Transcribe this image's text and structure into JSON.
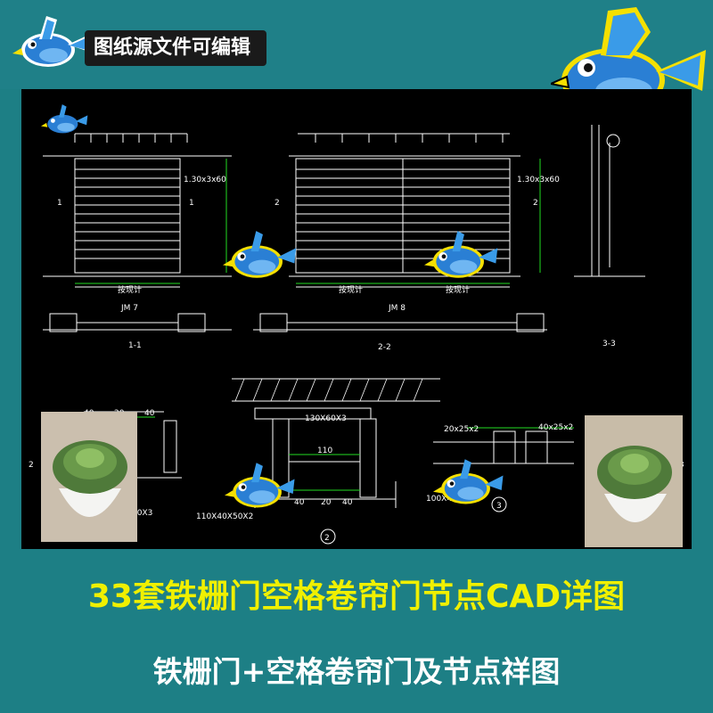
{
  "badge_text": "图纸源文件可编辑",
  "headline": "33套铁栅门空格卷帘门节点CAD详图",
  "subheadline": "铁栅门+空格卷帘门及节点祥图",
  "colors": {
    "frame": "#1d7f85",
    "canvas": "#000000",
    "headline": "#f0f000",
    "subheadline": "#ffffff",
    "cad_line": "#ffffff",
    "cad_green": "#22dd22",
    "bird_blue": "#2a7fd4",
    "bird_yellow": "#f5e000"
  },
  "icons": [
    "bird-mascot-icon",
    "succulent-plant-photo"
  ],
  "cad_labels": {
    "dim_1": "1.30x3x60",
    "dim_2": "1.30x3x60",
    "section_1": "1-1",
    "section_2": "2-2",
    "section_3": "3-3",
    "span_1": "按现计",
    "span_2": "按现计",
    "span_3": "按现计",
    "jm7": "JM 7",
    "jm8": "JM 8",
    "d40a": "40",
    "d20": "20",
    "d40b": "40",
    "d110": "110",
    "d40c": "40",
    "d20b": "20",
    "d40d": "40",
    "spec_130": "130X60X3",
    "spec_110": "110X40X50X2",
    "spec_20": "20x25x2",
    "spec_40": "40x25x2",
    "spec_100": "100X40X50",
    "spec_60": "60X3",
    "num_2": "2",
    "num_3": "3",
    "mark_1": "1",
    "mark_1b": "1",
    "mark_2": "2",
    "mark_2b": "2",
    "mark_2c": "2",
    "mark_3": "3"
  }
}
